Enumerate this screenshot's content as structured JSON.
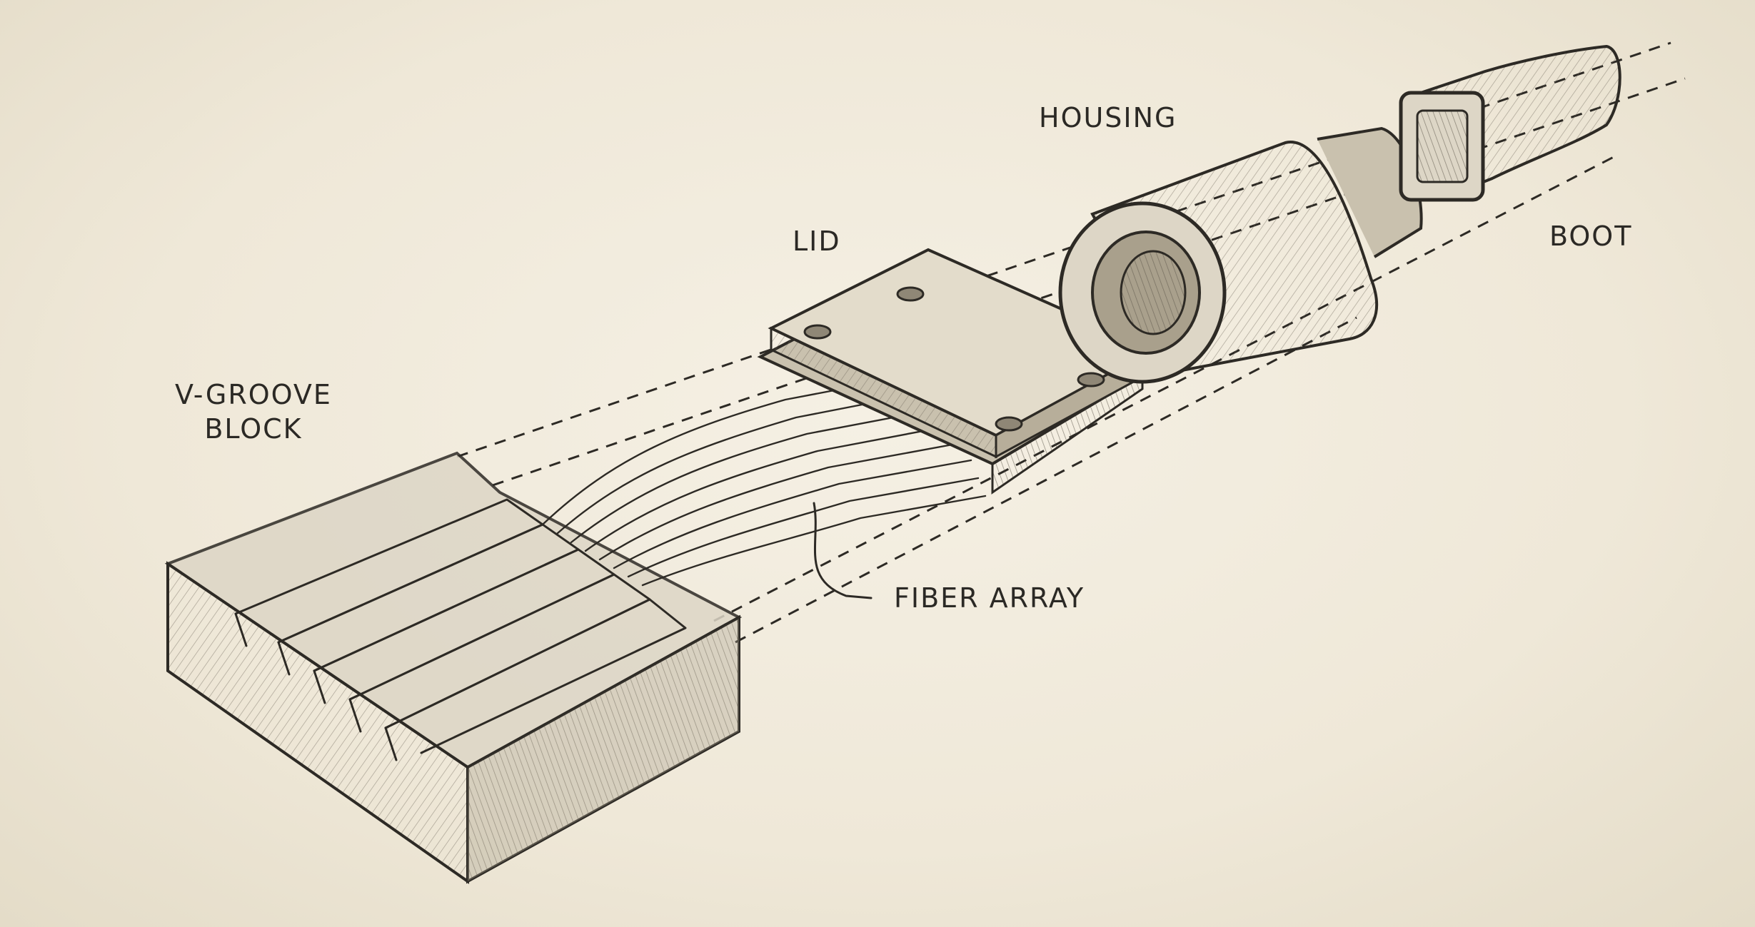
{
  "labels": {
    "v_groove_block": "V-GROOVE\nBLOCK",
    "lid": "LID",
    "housing": "HOUSING",
    "boot": "BOOT",
    "fiber_array": "FIBER ARRAY"
  },
  "colors": {
    "paper": "#efe9da",
    "ink": "#2d2a25",
    "shade_light": "#ddd6c6",
    "shade_mid": "#c9c1ae",
    "shade_dark": "#a9a08c"
  }
}
